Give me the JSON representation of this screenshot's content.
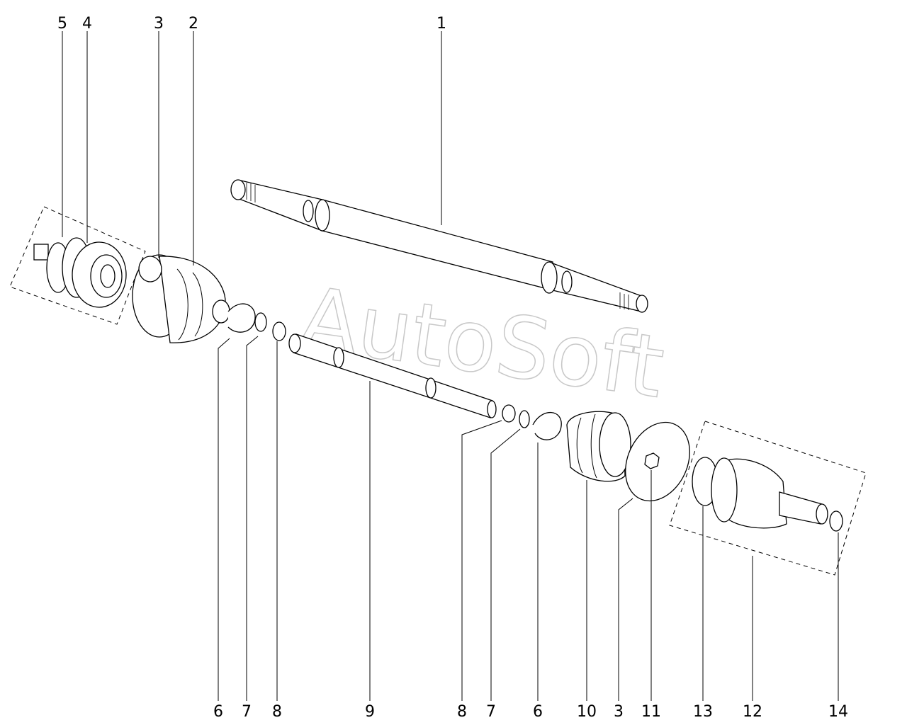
{
  "watermark": "AutoSoft",
  "labels": {
    "top": [
      "5",
      "4",
      "3",
      "2",
      "1"
    ],
    "bottom": [
      "6",
      "7",
      "8",
      "9",
      "8",
      "7",
      "6",
      "10",
      "3",
      "11",
      "13",
      "12",
      "14"
    ]
  },
  "colors": {
    "line": "#000000",
    "watermark_outline": "#c8c8c8",
    "background": "#ffffff"
  }
}
